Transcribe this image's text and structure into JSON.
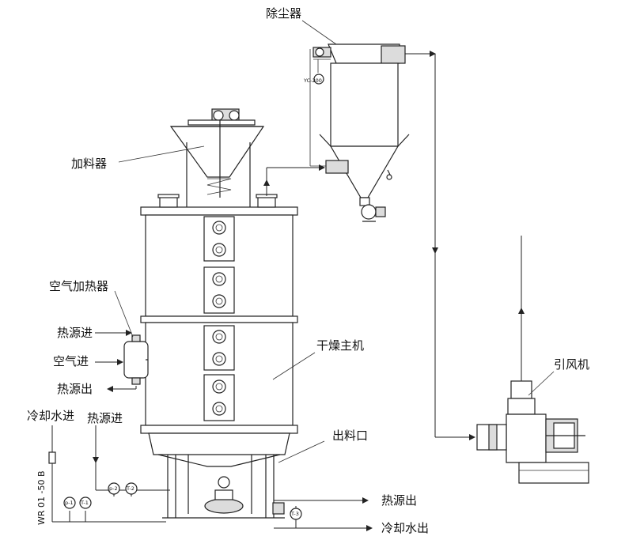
{
  "labels": {
    "dust_collector": "除尘器",
    "feeder": "加料器",
    "air_heater": "空气加热器",
    "heat_source_in": "热源进",
    "air_in": "空气进",
    "heat_source_out": "热源出",
    "cooling_water_in": "冷却水进",
    "heat_source_in_bottom": "热源进",
    "main_dryer": "干燥主机",
    "induced_fan": "引风机",
    "discharge_port": "出料口",
    "heat_source_out_bottom": "热源出",
    "cooling_water_out": "冷却水出",
    "model": "WR 01 -50 B"
  },
  "instruments": {
    "p1": "p-1",
    "t1": "T-1",
    "p2": "p-2",
    "t2": "T-2",
    "t3": "T-3",
    "yc": "YC-200"
  }
}
